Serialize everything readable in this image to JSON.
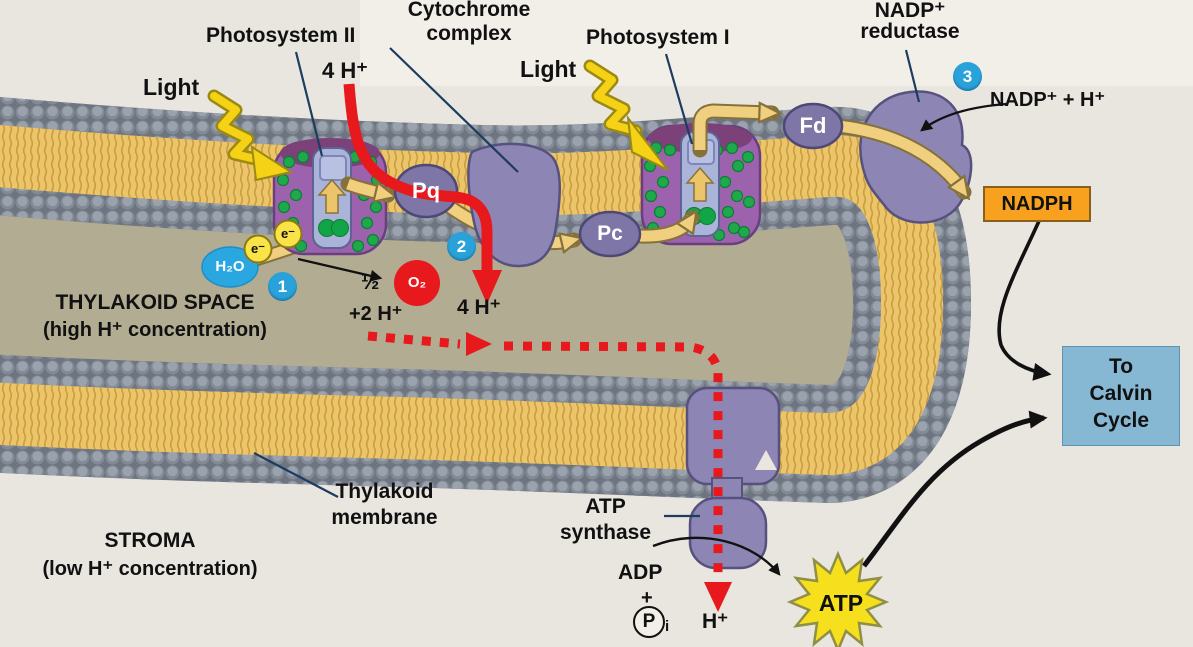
{
  "title_labels": {
    "photosystem2": "Photosystem II",
    "cytochrome_1": "Cytochrome",
    "cytochrome_2": "complex",
    "light_left": "Light",
    "light_right": "Light",
    "photosystem1": "Photosystem I",
    "nadp_reductase_1": "NADP⁺",
    "nadp_reductase_2": "reductase"
  },
  "carriers": {
    "pq": "Pq",
    "pc": "Pc",
    "fd": "Fd"
  },
  "steps": {
    "one": "1",
    "two": "2",
    "three": "3"
  },
  "chemistry": {
    "four_h_top": "4 H⁺",
    "four_h_mid": "4 H⁺",
    "h2o": "H₂O",
    "e1": "e⁻",
    "e2": "e⁻",
    "half": "½",
    "o2": "O₂",
    "plus_two_h": "+2 H⁺",
    "nadp_plus_h": "NADP⁺ + H⁺",
    "nadph": "NADPH",
    "adp": "ADP",
    "plus": "+",
    "p": "P",
    "p_sub": "i",
    "h_plus_bottom": "H⁺",
    "atp": "ATP"
  },
  "regions": {
    "thylakoid_space_1": "THYLAKOID SPACE",
    "thylakoid_space_2": "(high H⁺ concentration)",
    "stroma_1": "STROMA",
    "stroma_2": "(low H⁺ concentration)",
    "thylakoid_membrane_1": "Thylakoid",
    "thylakoid_membrane_2": "membrane",
    "atp_synthase_1": "ATP",
    "atp_synthase_2": "synthase"
  },
  "calvin": {
    "line1": "To",
    "line2": "Calvin",
    "line3": "Cycle"
  },
  "colors": {
    "background": "#e9e6e0",
    "thylakoid_space": "#b2ac93",
    "membrane_tails": "#ecc46a",
    "membrane_heads": "#828a95",
    "protein_purple": "#9d62ad",
    "protein_slate": "#8d86b4",
    "chlorophyll_green": "#1fa94c",
    "electron_yellow": "#f9e348",
    "energy_red": "#e8191c",
    "flow_arrow": "#f0cf7f",
    "step_blue": "#29a2da",
    "nadph_orange": "#f7a11e",
    "atp_yellow": "#f6df1c",
    "calvin_blue": "#86b7d3",
    "water_blue": "#2aa7e0"
  }
}
